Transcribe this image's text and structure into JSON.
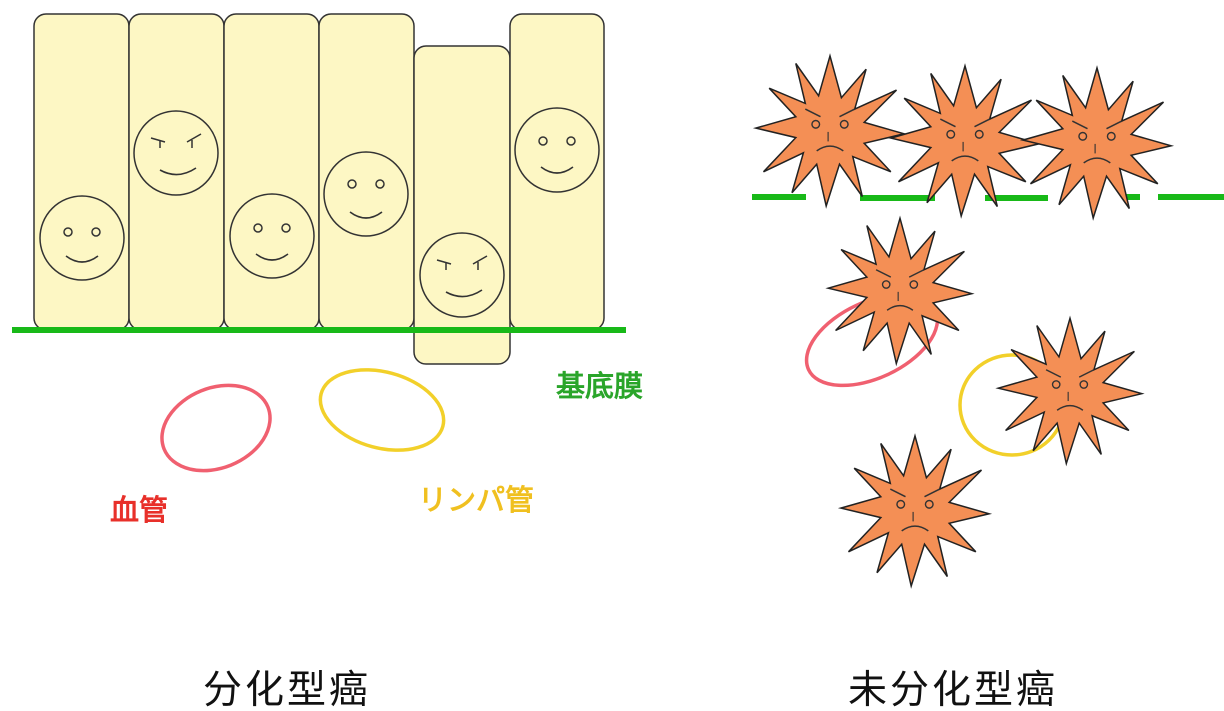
{
  "colors": {
    "cell_fill": "#fdf7c4",
    "cell_stroke": "#333333",
    "membrane": "#18b918",
    "blood_vessel": "#f06070",
    "lymph_vessel": "#f2d02a",
    "cancer_cell": "#f48f55",
    "label_membrane": "#2aa52a",
    "label_blood": "#e8302a",
    "label_lymph": "#f0c020"
  },
  "labels": {
    "basement_membrane": "基底膜",
    "blood_vessel": "血管",
    "lymph_vessel": "リンパ管"
  },
  "captions": {
    "differentiated": "分化型癌",
    "undifferentiated": "未分化型癌"
  }
}
